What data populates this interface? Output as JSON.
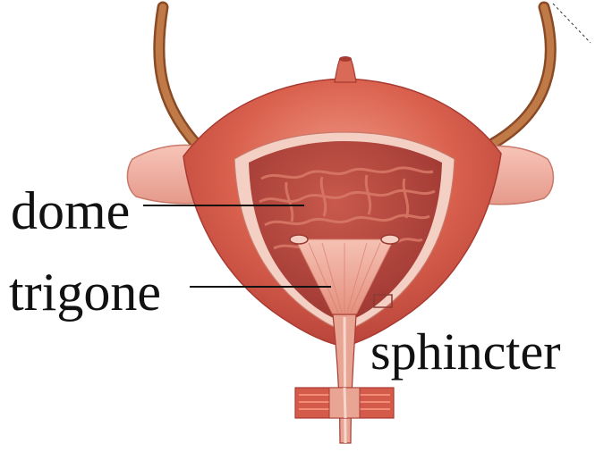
{
  "labels": {
    "dome": "dome",
    "trigone": "trigone",
    "sphincter": "sphincter"
  },
  "colors": {
    "wall_outer": "#d85a4a",
    "wall_highlight": "#ef8a78",
    "cavity": "#b2433b",
    "mucosa_fold": "#d06a5a",
    "ureter": "#b86b3c",
    "trigone": "#eba293",
    "lining": "#f3cfc4",
    "pointer_line": "#111111"
  },
  "icons": [
    "bladder-illustration",
    "ureter-left",
    "ureter-right",
    "urethra",
    "pointer-line"
  ]
}
